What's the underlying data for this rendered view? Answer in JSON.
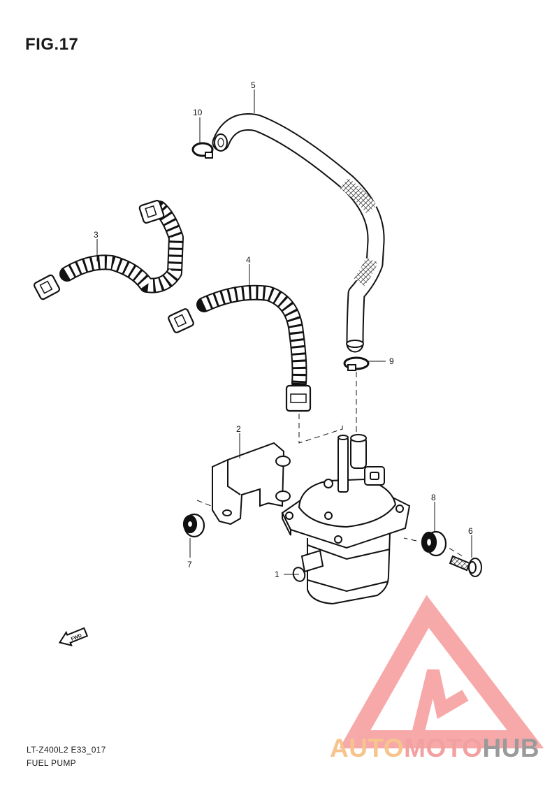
{
  "figure_title": "FIG.17",
  "callouts": [
    "1",
    "2",
    "3",
    "4",
    "5",
    "6",
    "7",
    "8",
    "9",
    "10"
  ],
  "fwd_label": "FWD",
  "footer": {
    "model_code": "LT-Z400L2 E33_017",
    "section_name": "FUEL PUMP"
  },
  "watermark": {
    "part1": "AUTO",
    "part2": "MOTO",
    "part3": "HUB",
    "colors": {
      "part1": "#f6c48c",
      "part2": "#f2a0a0",
      "part3": "#9a9a9a",
      "triangle": "#f7a5a5"
    }
  }
}
